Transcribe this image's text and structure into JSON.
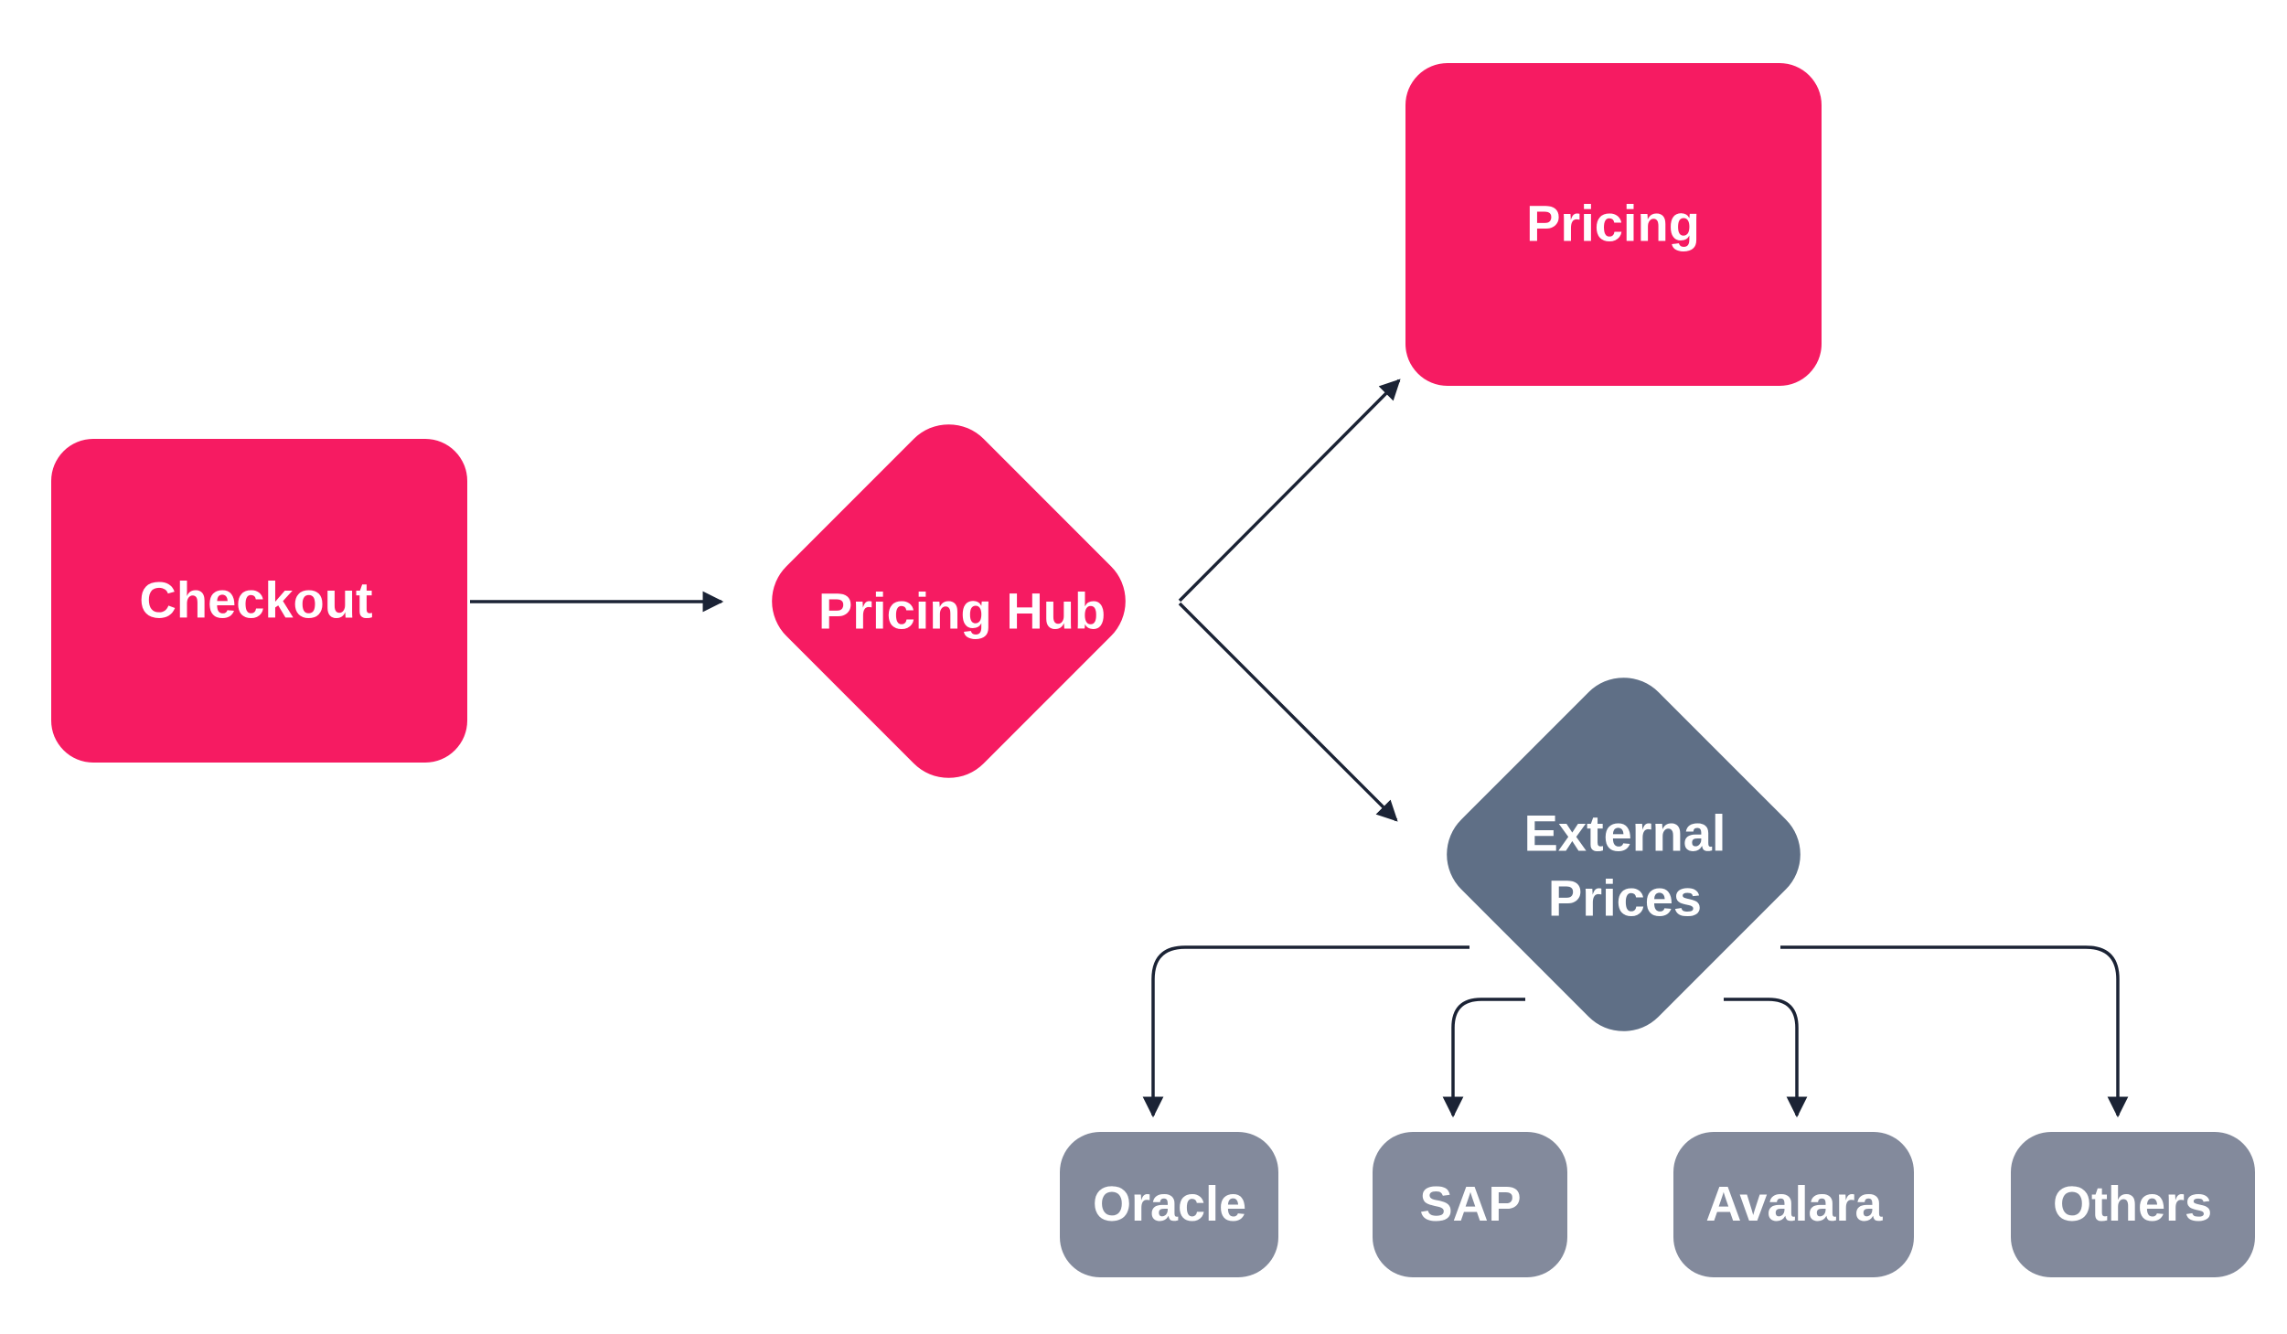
{
  "colors": {
    "primary": "#f61b62",
    "secondary": "#5f6f86",
    "tertiary": "#838a9c",
    "connector": "#1b2335",
    "label": "#ffffff",
    "background": "#ffffff"
  },
  "nodes": {
    "checkout": {
      "label": "Checkout"
    },
    "pricing_hub": {
      "label": "Pricing Hub"
    },
    "pricing": {
      "label": "Pricing"
    },
    "external_prices": {
      "line1": "External",
      "line2": "Prices"
    },
    "oracle": {
      "label": "Oracle"
    },
    "sap": {
      "label": "SAP"
    },
    "avalara": {
      "label": "Avalara"
    },
    "others": {
      "label": "Others"
    }
  }
}
